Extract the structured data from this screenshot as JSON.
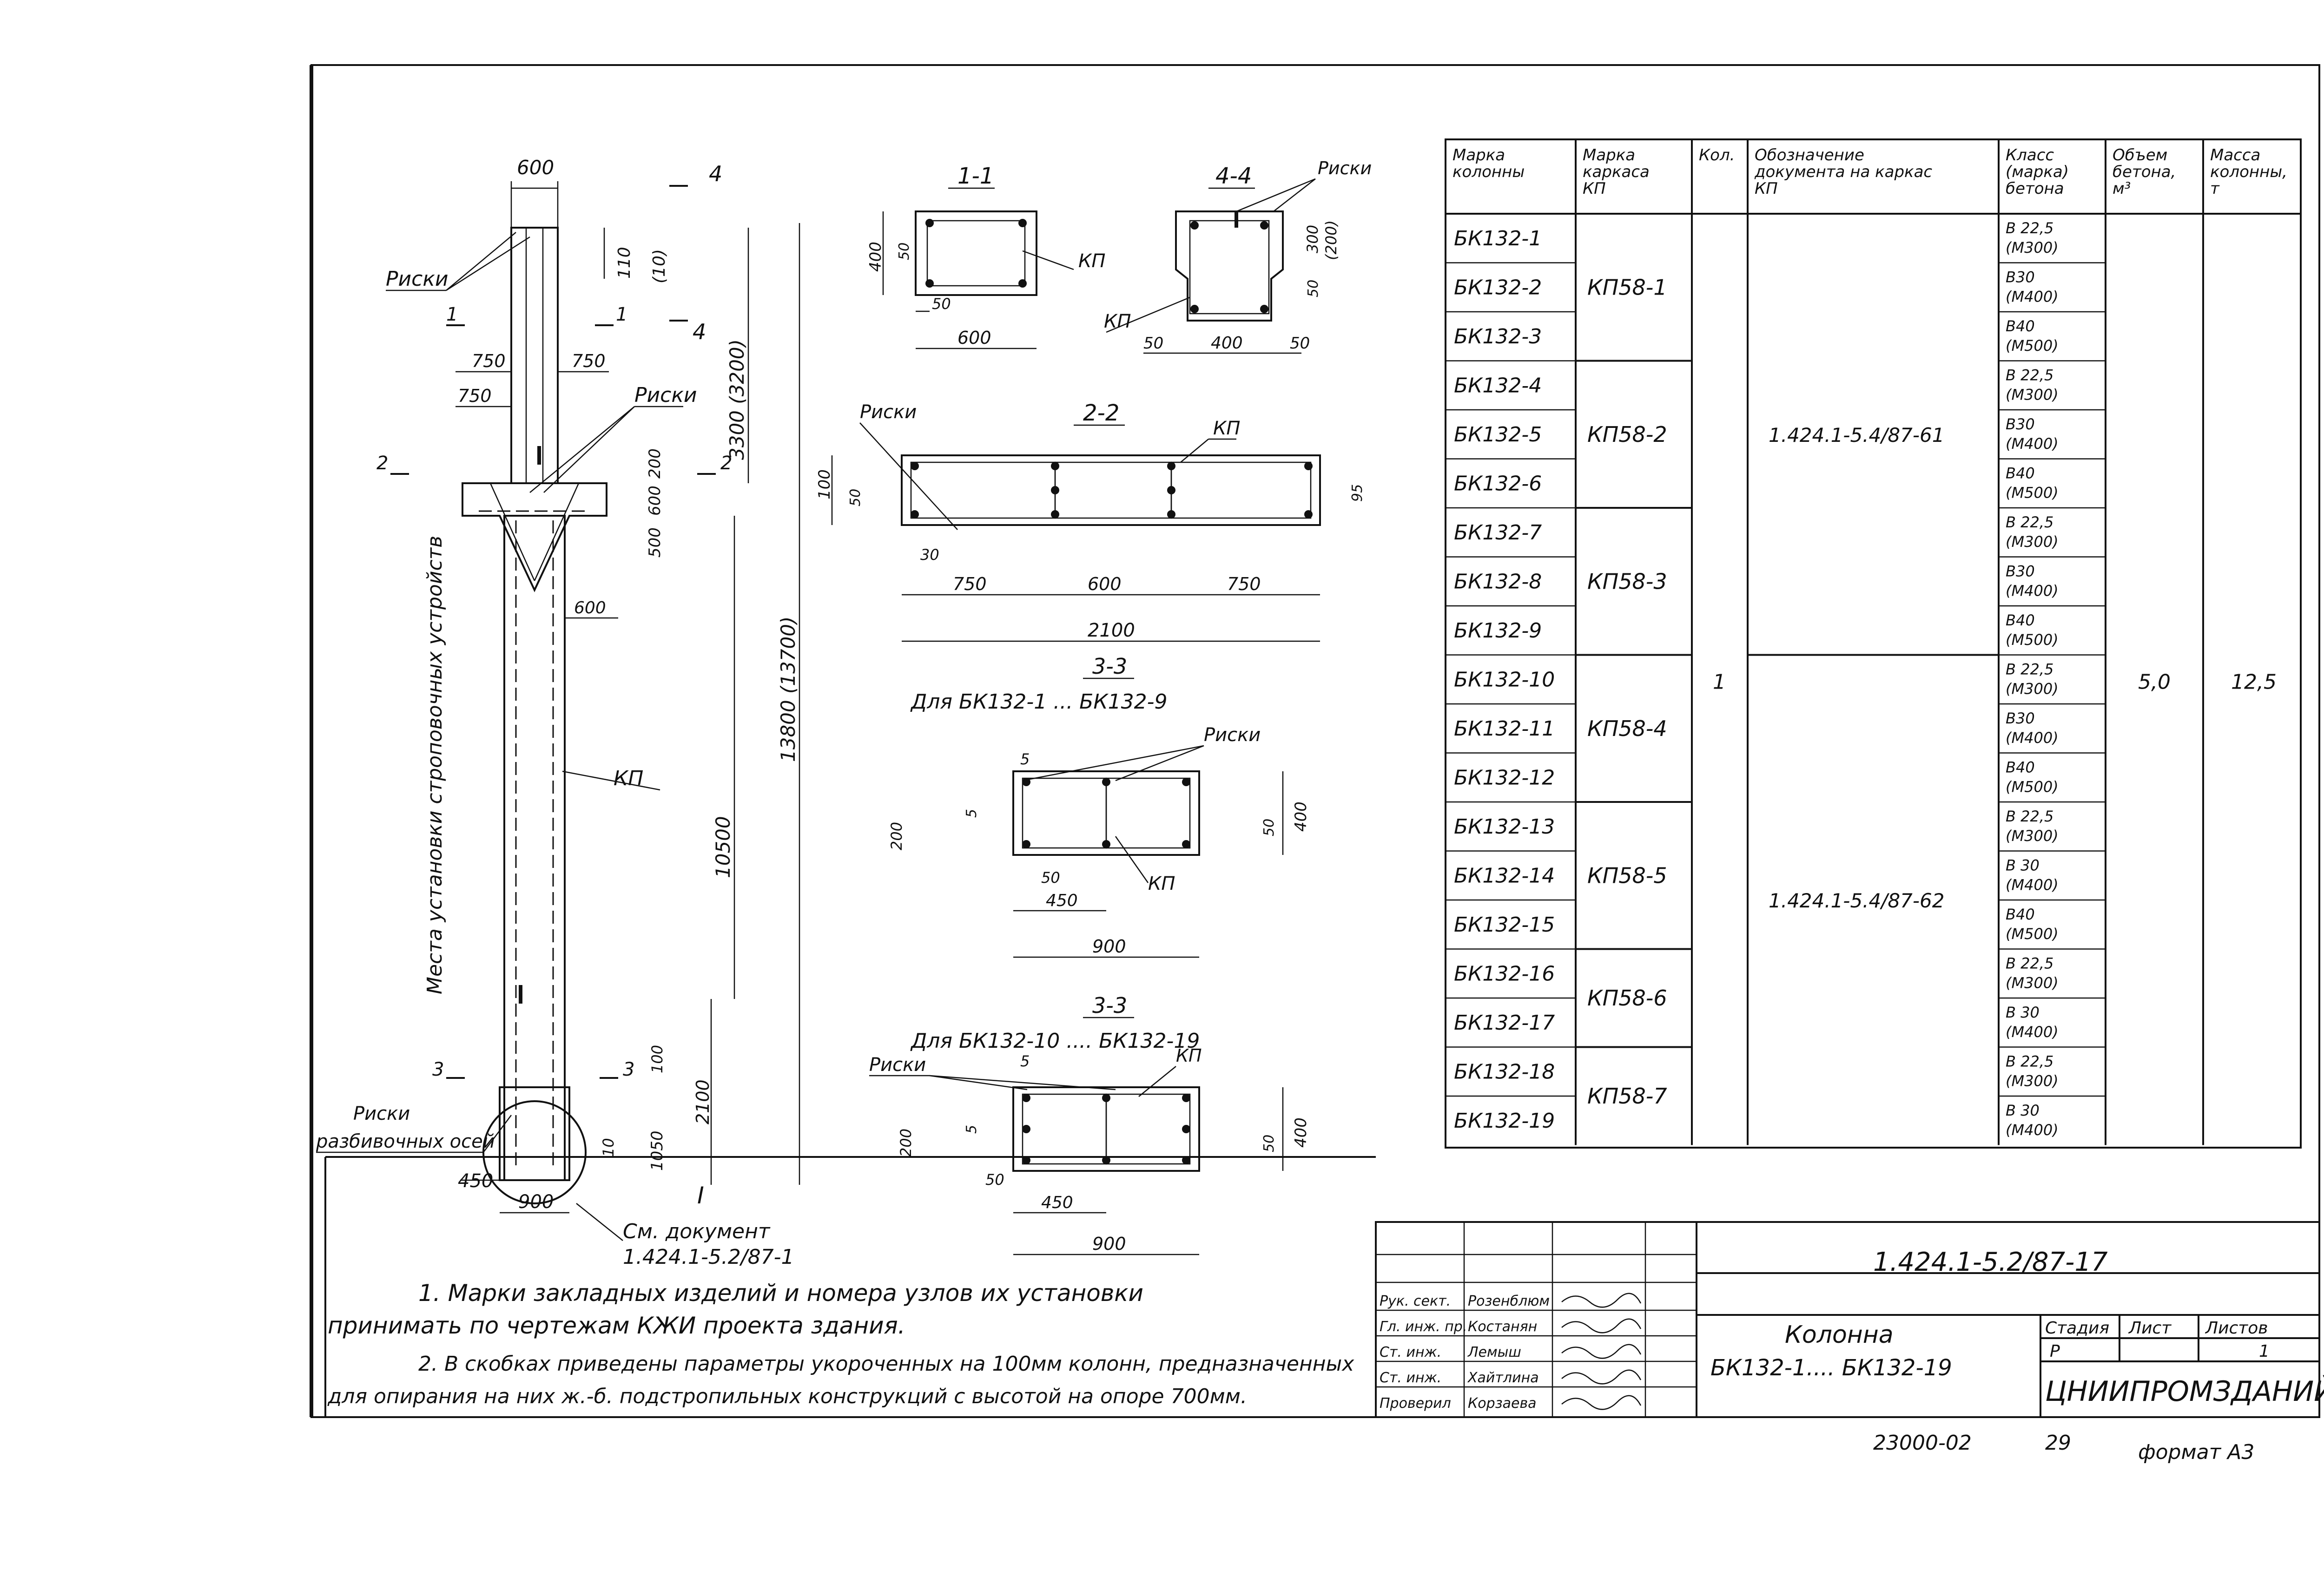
{
  "drawing": {
    "labels": {
      "riski": "Риски",
      "kp": "КП",
      "riski_razbivochnyh_osey_1": "Риски",
      "riski_razbivochnyh_osey_2": "разбивочных осей",
      "mesta_ustanovki": "Места установки строповочных устройств",
      "see_doc_1": "См. документ",
      "see_doc_2": "1.424.1-5.2/87-1",
      "roman_one": "I"
    },
    "section_marks": {
      "s1": "1",
      "s2": "2",
      "s3": "3",
      "s4": "4"
    },
    "column_dims": {
      "top_width": "600",
      "d110": "110",
      "d10": "(10)",
      "d750a": "750",
      "d750b": "750",
      "d750c": "750",
      "d200": "200",
      "d600": "600",
      "d500": "500",
      "d600b": "600",
      "total": "13800 (13700)",
      "upper": "3300 (3200)",
      "middle": "10500",
      "d2100": "2100",
      "d100": "100",
      "d1050": "1050",
      "d10b": "10",
      "d450": "450",
      "bottom_width": "900"
    },
    "sections": {
      "sec11": {
        "title": "1-1",
        "d400": "400",
        "d50a": "50",
        "d50b": "50",
        "d600": "600",
        "kp": "КП"
      },
      "sec44": {
        "title": "4-4",
        "d300": "300",
        "d200": "(200)",
        "d50a": "50",
        "d50b": "50",
        "d400": "400",
        "d50c": "50",
        "kp": "КП",
        "riski": "Риски"
      },
      "sec22": {
        "title": "2-2",
        "riski": "Риски",
        "kp": "КП",
        "d100": "100",
        "d50": "50",
        "d95": "95",
        "d30": "30",
        "d750a": "750",
        "d600": "600",
        "d750b": "750",
        "d2100": "2100"
      },
      "sec33a": {
        "title": "3-3",
        "caption": "Для  БК132-1 ... БК132-9",
        "riski": "Риски",
        "kp": "КП",
        "d5a": "5",
        "d5b": "5",
        "d200": "200",
        "d50": "50",
        "d400": "400",
        "d50b": "50",
        "d450": "450",
        "d900": "900"
      },
      "sec33b": {
        "title": "3-3",
        "caption": "Для  БК132-10 .... БК132-19",
        "riski": "Риски",
        "kp": "КП",
        "d5a": "5",
        "d5b": "5",
        "d200": "200",
        "d50": "50",
        "d400": "400",
        "d50b": "50",
        "d450": "450",
        "d900": "900"
      }
    }
  },
  "spec_table": {
    "headers": [
      "Марка колонны",
      "Марка каркаса КП",
      "Кол.",
      "Обозначение документа на каркас КП",
      "Класс (марка) бетона",
      "Объем бетона, м³",
      "Масса колонны, т"
    ],
    "columns": [
      "БК132-1",
      "БК132-2",
      "БК132-3",
      "БК132-4",
      "БК132-5",
      "БК132-6",
      "БК132-7",
      "БК132-8",
      "БК132-9",
      "БК132-10",
      "БК132-11",
      "БК132-12",
      "БК132-13",
      "БК132-14",
      "БК132-15",
      "БК132-16",
      "БК132-17",
      "БК132-18",
      "БК132-19"
    ],
    "frames": [
      {
        "mark": "КП58-1",
        "rows": 3
      },
      {
        "mark": "КП58-2",
        "rows": 3
      },
      {
        "mark": "КП58-3",
        "rows": 3
      },
      {
        "mark": "КП58-4",
        "rows": 3
      },
      {
        "mark": "КП58-5",
        "rows": 3
      },
      {
        "mark": "КП58-6",
        "rows": 2
      },
      {
        "mark": "КП58-7",
        "rows": 2
      }
    ],
    "qty": "1",
    "docs": [
      {
        "text": "1.424.1-5.4/87-61",
        "rows": 9
      },
      {
        "text": "1.424.1-5.4/87-62",
        "rows": 10
      }
    ],
    "concrete": [
      [
        "В 22,5",
        "(М300)"
      ],
      [
        "В30",
        "(М400)"
      ],
      [
        "В40",
        "(М500)"
      ],
      [
        "В 22,5",
        "(М300)"
      ],
      [
        "В30",
        "(М400)"
      ],
      [
        "В40",
        "(М500)"
      ],
      [
        "В 22,5",
        "(М300)"
      ],
      [
        "В30",
        "(М400)"
      ],
      [
        "В40",
        "(М500)"
      ],
      [
        "В 22,5",
        "(М300)"
      ],
      [
        "В30",
        "(М400)"
      ],
      [
        "В40",
        "(М500)"
      ],
      [
        "В 22,5",
        "(М300)"
      ],
      [
        "В 30",
        "(М400)"
      ],
      [
        "В40",
        "(М500)"
      ],
      [
        "В 22,5",
        "(М300)"
      ],
      [
        "В 30",
        "(М400)"
      ],
      [
        "В 22,5",
        "(М300)"
      ],
      [
        "В 30",
        "(М400)"
      ]
    ],
    "volume": "5,0",
    "mass": "12,5"
  },
  "notes": {
    "n1_line1": "1.   Марки   закладных     изделий   и  номера   узлов   их  установки",
    "n1_line2": "принимать     по      чертежам      КЖИ    проекта       здания.",
    "n2_line1": "2.    В скобках приведены параметры укороченных на 100мм колонн, предназначенных",
    "n2_line2": "для опирания на них ж.-б. подстропильных конструкций с высотой на опоре 700мм."
  },
  "title_block": {
    "code": "1.424.1-5.2/87-17",
    "name_line1": "Колонна",
    "name_line2": "БК132-1.... БК132-19",
    "stage_hdr": "Стадия",
    "sheet_hdr": "Лист",
    "sheets_hdr": "Листов",
    "stage": "Р",
    "sheets": "1",
    "org": "ЦНИИПРОМЗДАНИЙ",
    "signatures": [
      {
        "role": "Рук. сект.",
        "name": "Розенблюм"
      },
      {
        "role": "Гл. инж. пр.",
        "name": "Костанян"
      },
      {
        "role": "Ст. инж.",
        "name": "Лемыш"
      },
      {
        "role": "Ст. инж.",
        "name": "Хайтлина"
      },
      {
        "role": "Проверил",
        "name": "Корзаева"
      }
    ]
  },
  "footer": {
    "archive": "23000-02",
    "page": "29",
    "format": "формат А3"
  }
}
